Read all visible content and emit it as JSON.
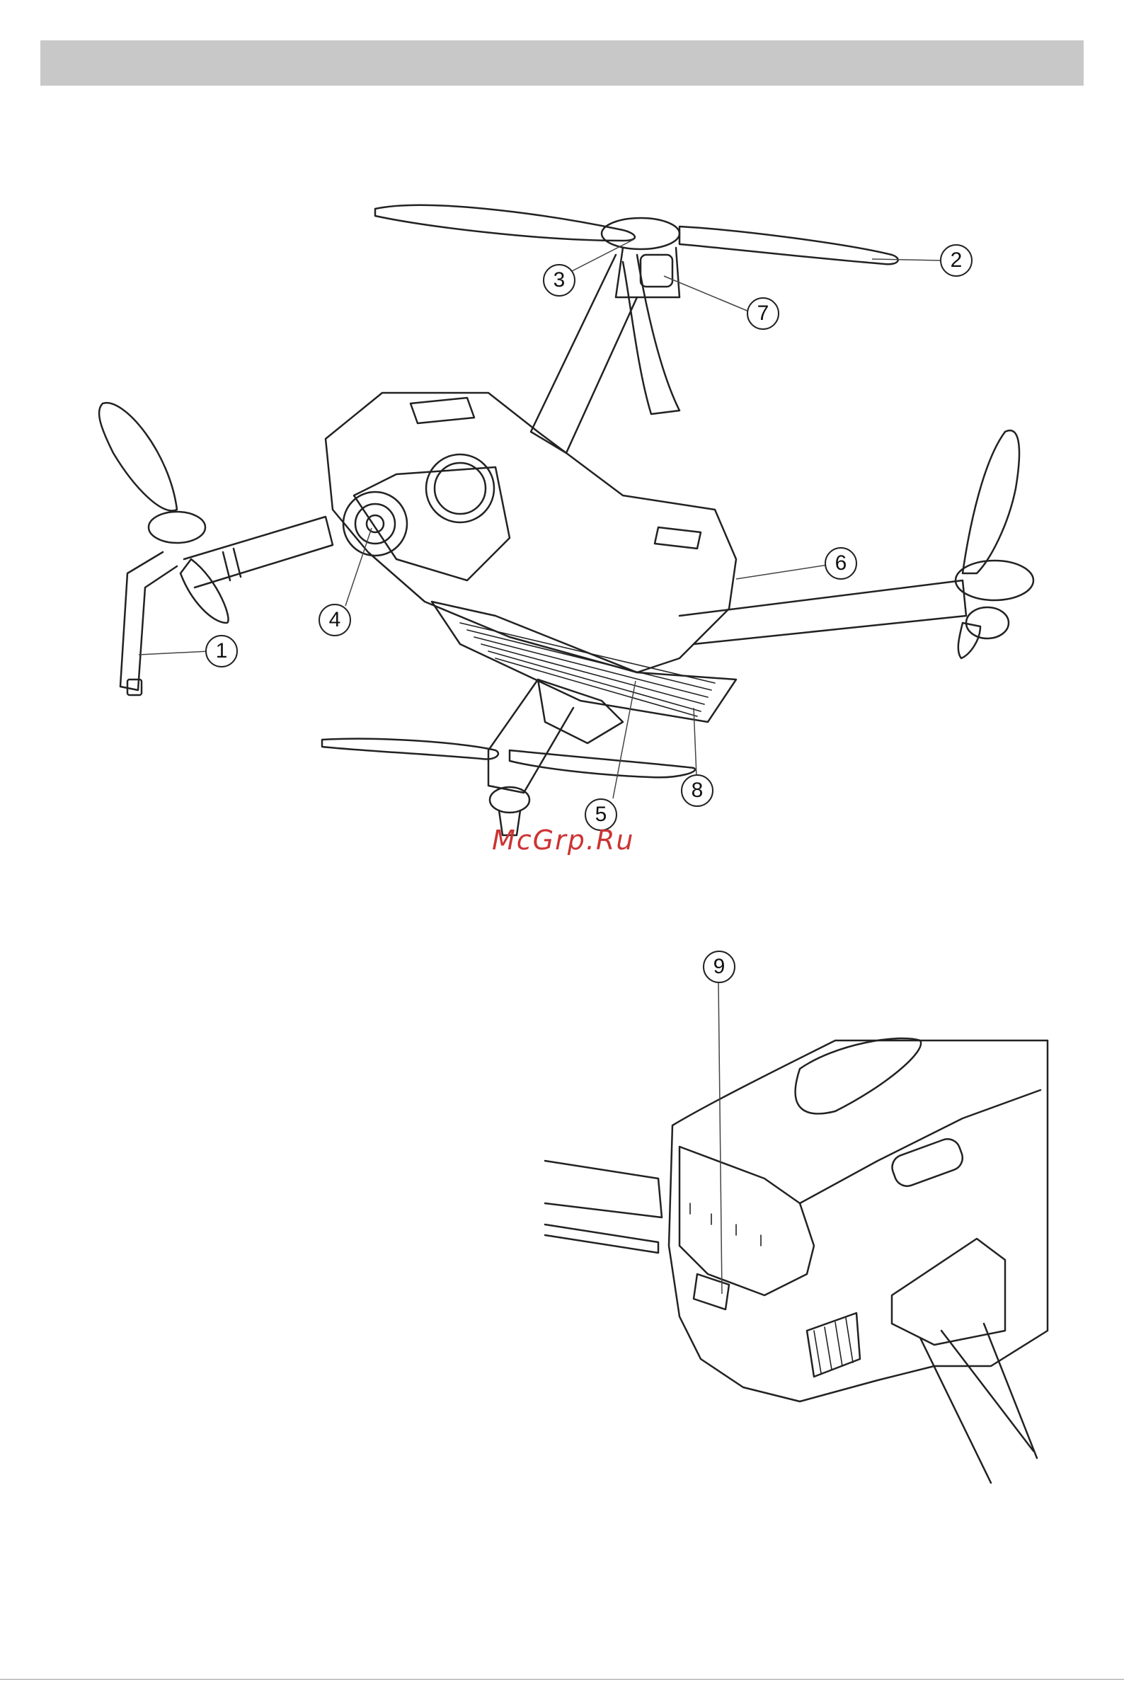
{
  "watermark": {
    "text": "McGrp.Ru"
  },
  "callouts": [
    {
      "id": "1",
      "label": "1"
    },
    {
      "id": "2",
      "label": "2"
    },
    {
      "id": "3",
      "label": "3"
    },
    {
      "id": "4",
      "label": "4"
    },
    {
      "id": "5",
      "label": "5"
    },
    {
      "id": "6",
      "label": "6"
    },
    {
      "id": "7",
      "label": "7"
    },
    {
      "id": "8",
      "label": "8"
    },
    {
      "id": "9",
      "label": "9"
    }
  ],
  "colors": {
    "header": "#c8c8c8",
    "ink": "#222222",
    "watermark": "#cc3333"
  }
}
